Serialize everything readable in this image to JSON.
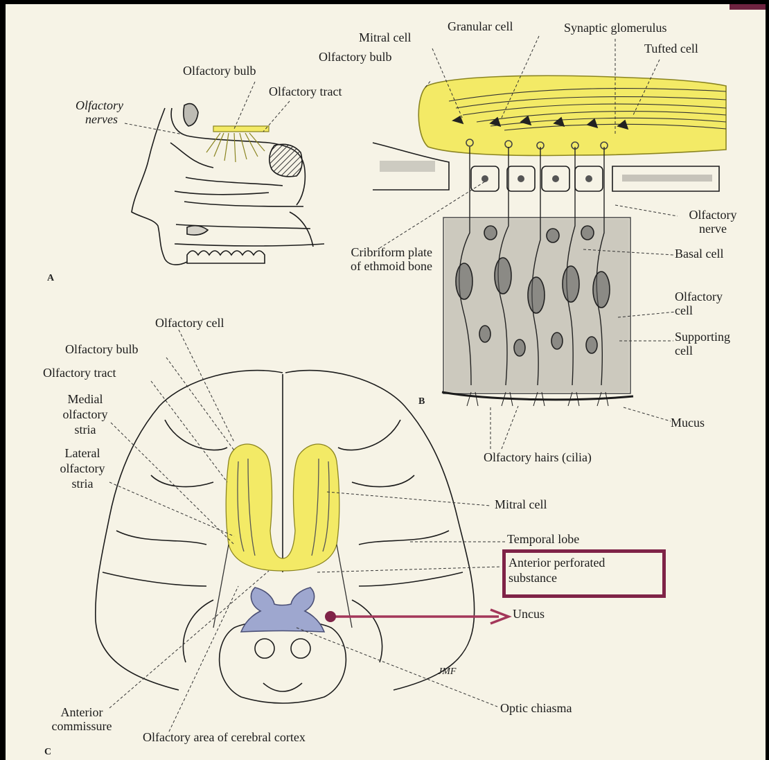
{
  "colors": {
    "tract_yellow": "#f3ea66",
    "chiasma_blue": "#9ea7cf",
    "highlight": "#7f2347",
    "paper": "#f6f3e6",
    "ink": "#1b1b1b"
  },
  "panel_a": {
    "letter": "A",
    "olfactory_bulb": "Olfactory bulb",
    "olfactory_tract": "Olfactory tract",
    "olfactory_nerves_1": "Olfactory",
    "olfactory_nerves_2": "nerves"
  },
  "panel_b": {
    "letter": "B",
    "mitral_cell": "Mitral cell",
    "granular_cell": "Granular cell",
    "synaptic_glomerulus": "Synaptic glomerulus",
    "tufted_cell": "Tufted cell",
    "olfactory_bulb": "Olfactory bulb",
    "olfactory_nerve_1": "Olfactory",
    "olfactory_nerve_2": "nerve",
    "cribriform_1": "Cribriform plate",
    "cribriform_2": "of ethmoid bone",
    "basal_cell": "Basal cell",
    "olfactory_cell_1": "Olfactory",
    "olfactory_cell_2": "cell",
    "supporting_cell_1": "Supporting",
    "supporting_cell_2": "cell",
    "mucus": "Mucus",
    "olfactory_hairs": "Olfactory hairs (cilia)"
  },
  "panel_c": {
    "letter": "C",
    "olfactory_cell": "Olfactory cell",
    "olfactory_bulb": "Olfactory bulb",
    "olfactory_tract": "Olfactory tract",
    "medial_stria_1": "Medial",
    "medial_stria_2": "olfactory",
    "medial_stria_3": "stria",
    "lateral_stria_1": "Lateral",
    "lateral_stria_2": "olfactory",
    "lateral_stria_3": "stria",
    "mitral_cell": "Mitral cell",
    "temporal_lobe": "Temporal lobe",
    "anterior_perforated_1": "Anterior perforated",
    "anterior_perforated_2": "substance",
    "uncus": "Uncus",
    "optic_chiasma": "Optic chiasma",
    "anterior_commissure_1": "Anterior",
    "anterior_commissure_2": "commissure",
    "olfactory_area": "Olfactory area of cerebral cortex",
    "signature": "JMF"
  }
}
